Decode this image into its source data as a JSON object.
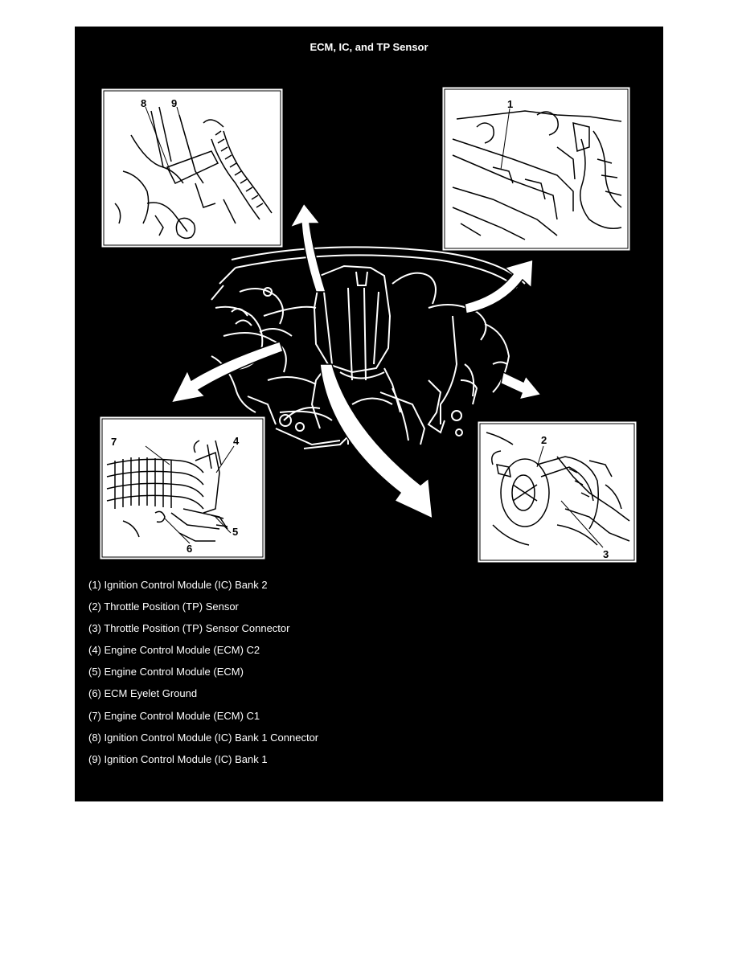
{
  "title": "ECM, IC, and TP Sensor",
  "callouts": [
    "1",
    "2",
    "3",
    "4",
    "5",
    "6",
    "7",
    "8",
    "9"
  ],
  "legend": [
    "(1) Ignition Control Module (IC) Bank 2",
    "(2) Throttle Position (TP) Sensor",
    "(3) Throttle Position (TP) Sensor Connector",
    "(4) Engine Control Module (ECM) C2",
    "(5) Engine Control Module (ECM)",
    "(6) ECM Eyelet Ground",
    "(7) Engine Control Module (ECM) C1",
    "(8) Ignition Control Module (IC) Bank 1 Connector",
    "(9) Ignition Control Module (IC) Bank 1"
  ],
  "colors": {
    "panel": "#000000",
    "drawing": "#ffffff",
    "page": "#ffffff"
  }
}
